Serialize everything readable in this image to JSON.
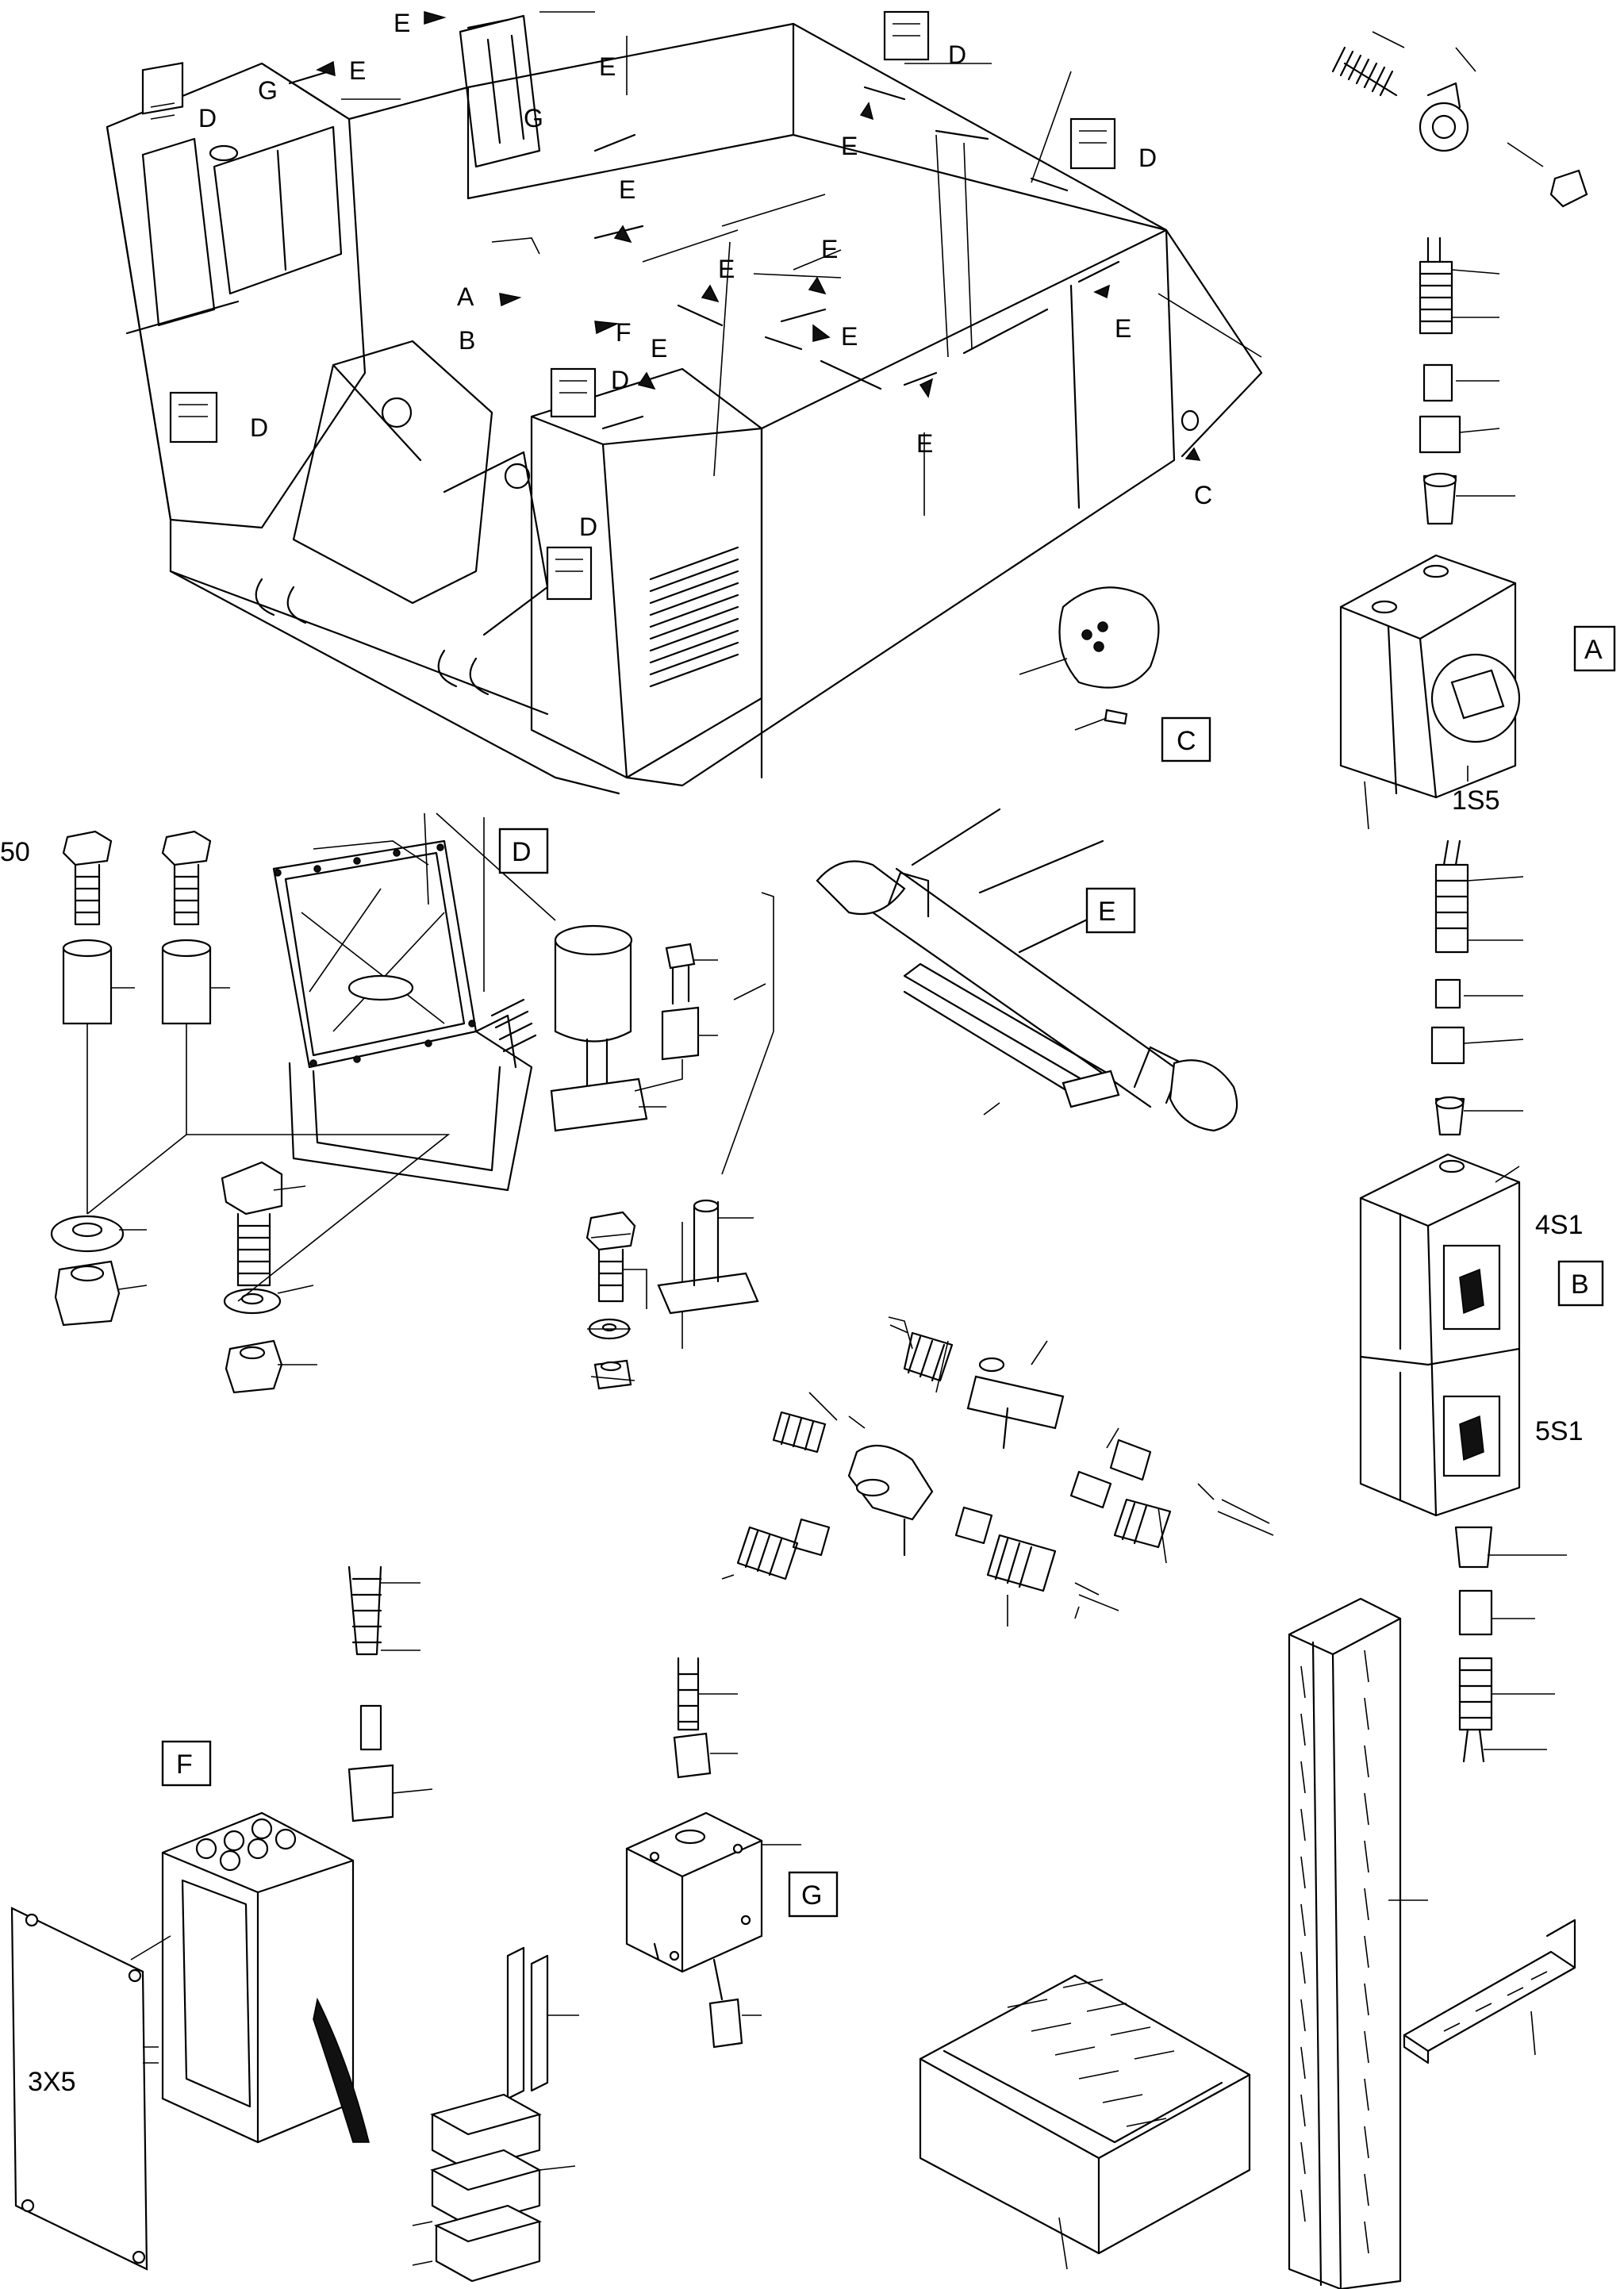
{
  "callouts": {
    "A": "A",
    "B": "B",
    "C": "C",
    "D": "D",
    "E": "E",
    "F": "F",
    "G": "G"
  },
  "detail_labels": {
    "A": "A",
    "B": "B",
    "C": "C",
    "D": "D",
    "E": "E",
    "F": "F",
    "G": "G"
  },
  "part_labels": {
    "switch_a": "1S5",
    "switch_b_top": "4S1",
    "switch_b_bottom": "5S1",
    "cover_f": "3X5",
    "bolt_d": "50"
  },
  "colors": {
    "line": "#000000",
    "background": "#ffffff"
  }
}
